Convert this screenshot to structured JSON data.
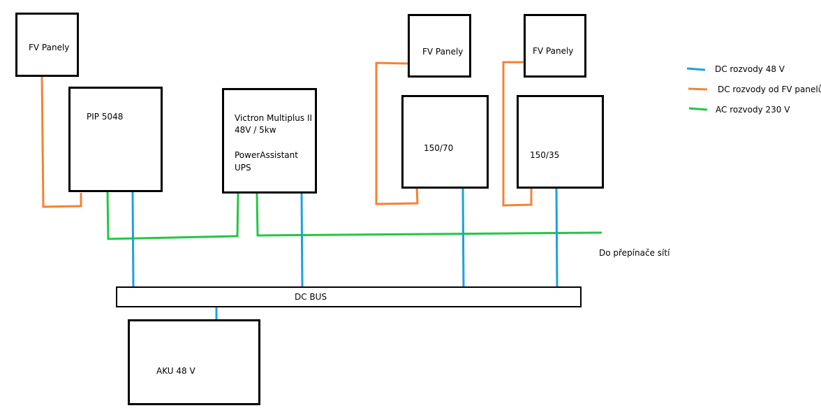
{
  "nodes": {
    "fv1": "FV Panely",
    "fv2": "FV Panely",
    "fv3": "FV Panely",
    "pip": "PIP 5048",
    "victron_l1": "Victron Multiplus II",
    "victron_l2": "48V / 5kw",
    "victron_l3": "PowerAssistant",
    "victron_l4": "UPS",
    "mppt1": "150/70",
    "mppt2": "150/35",
    "dcbus": "DC BUS",
    "battery": "AKU 48 V"
  },
  "ac_output_label": "Do přepínače sítí",
  "legend": [
    {
      "label": "DC rozvody 48 V",
      "color": "#1ba1e2"
    },
    {
      "label": "DC rozvody od FV panelů",
      "color": "#f58232"
    },
    {
      "label": "AC rozvody 230 V",
      "color": "#22c744"
    }
  ],
  "colors": {
    "dc": "#1ba1e2",
    "pv": "#f58232",
    "ac": "#22c744",
    "box": "#000000"
  }
}
